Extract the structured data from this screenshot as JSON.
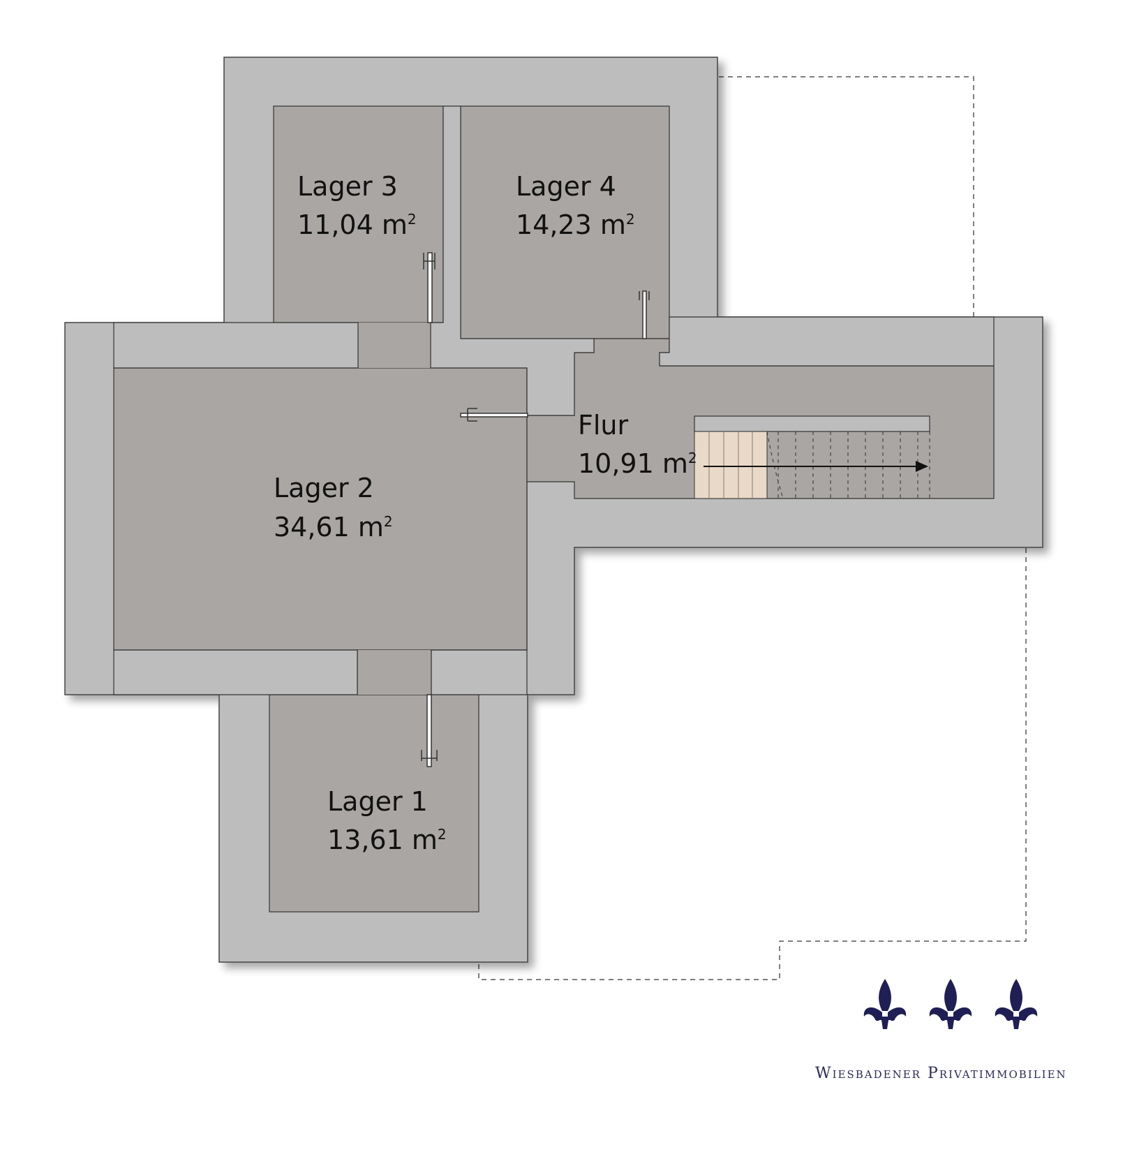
{
  "rooms": {
    "lager3": {
      "name": "Lager 3",
      "area": "11,04 m",
      "unit_sup": "2"
    },
    "lager4": {
      "name": "Lager 4",
      "area": "14,23 m",
      "unit_sup": "2"
    },
    "flur": {
      "name": "Flur",
      "area": "10,91 m",
      "unit_sup": "2"
    },
    "lager2": {
      "name": "Lager 2",
      "area": "34,61 m",
      "unit_sup": "2"
    },
    "lager1": {
      "name": "Lager 1",
      "area": "13,61 m",
      "unit_sup": "2"
    }
  },
  "brand": {
    "name": "Wiesbadener Privatimmobilien",
    "logo": "fleur-de-lis-icon",
    "logo_color": "#1f1f55"
  },
  "colors": {
    "wall": "#bdbdbd",
    "floor": "#a9a6a3",
    "stairs": "#e9d9c8"
  }
}
